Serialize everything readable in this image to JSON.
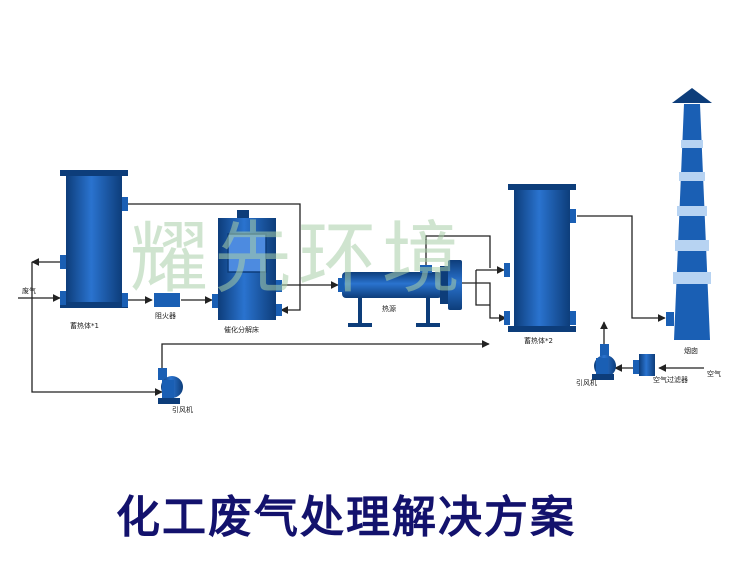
{
  "labels": {
    "regen1": "蓄热体*1",
    "flame_arrester": "阻火器",
    "catalytic_bed": "催化分解床",
    "heat_exchanger": "热源",
    "regen2": "蓄热体*2",
    "chimney": "烟囱",
    "fan_left": "引风机",
    "fan_right": "引风机",
    "air_filter": "空气过滤器",
    "waste_gas": "废气",
    "air": "空气"
  },
  "watermark": "耀先环境",
  "title": "化工废气处理解决方案",
  "colors": {
    "equipment": "#1a5fb4",
    "equipment_dark": "#0d3d7a",
    "title": "#13126d",
    "watermark": "#a9cfa9",
    "line": "#222222"
  }
}
